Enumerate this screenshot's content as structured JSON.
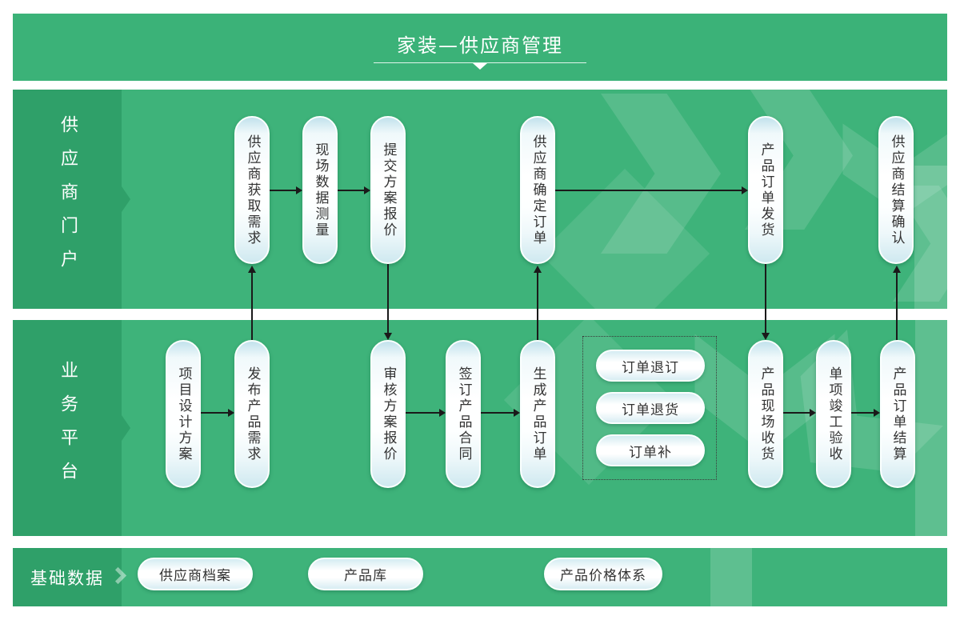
{
  "title": {
    "text": "家装—供应商管理"
  },
  "colors": {
    "banner_green": "#3bb278",
    "lane_body_green": "#3eb37a",
    "lane_label_green": "#2fa069",
    "pill_text": "#333333",
    "arrow_black": "#1a1a1a"
  },
  "lanes": {
    "supplier_portal": {
      "label": "供应商门户",
      "nodes": [
        "供应商获取需求",
        "现场数据测量",
        "提交方案报价",
        "供应商确定订单",
        "产品订单发货",
        "供应商结算确认"
      ]
    },
    "business_platform": {
      "label": "业务平台",
      "nodes": [
        "项目设计方案",
        "发布产品需求",
        "审核方案报价",
        "签订产品合同",
        "生成产品订单",
        "产品现场收货",
        "单项竣工验收",
        "产品订单结算"
      ],
      "order_ops": [
        "订单退订",
        "订单退货",
        "订单补"
      ]
    },
    "base_data": {
      "label": "基础数据",
      "nodes": [
        "供应商档案",
        "产品库",
        "产品价格体系"
      ]
    }
  }
}
